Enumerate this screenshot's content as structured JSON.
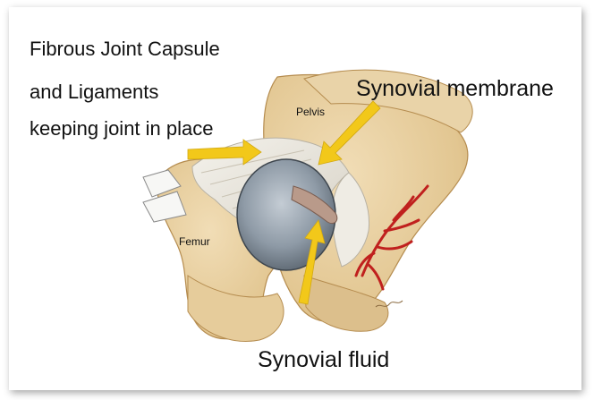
{
  "diagram": {
    "callouts": {
      "capsule_lines": [
        "Fibrous Joint Capsule",
        "and Ligaments",
        "keeping joint in place"
      ],
      "synovial_membrane": "Synovial membrane",
      "synovial_fluid": "Synovial fluid"
    },
    "anatomy_labels": {
      "pelvis": "Pelvis",
      "femur": "Femur"
    },
    "colors": {
      "arrow": "#f2c81a",
      "bone": "#e9d3a8",
      "bone_shadow": "#c9a56a",
      "capsule": "#ece9e2",
      "socket": "#8c98a4",
      "vessel": "#c0201e"
    }
  }
}
